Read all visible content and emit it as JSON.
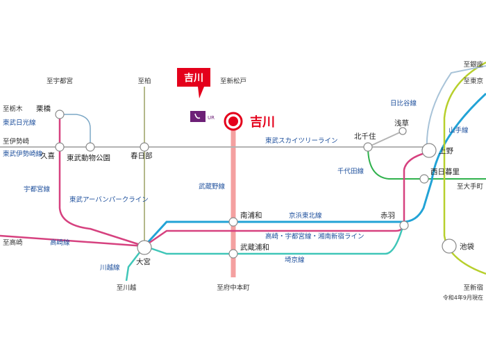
{
  "title_tag": "吉川",
  "station_main": "吉川",
  "logo_text": "UR",
  "stations": {
    "kurihashi": "栗橋",
    "kuki": "久喜",
    "tobu_dobutsu_koen": "東武動物公園",
    "kasukabe": "春日部",
    "kitasenju": "北千住",
    "asakusa": "浅草",
    "ueno": "上野",
    "nishi_nippori": "西日暮里",
    "minami_urawa": "南浦和",
    "musashi_urawa": "武蔵浦和",
    "akabane": "赤羽",
    "omiya": "大宮",
    "ikebukuro": "池袋"
  },
  "destinations": {
    "utsunomiya": "至宇都宮",
    "kashiwa": "至柏",
    "shin_matsudo": "至新松戸",
    "tochigi": "至栃木",
    "isesaki": "至伊勢崎",
    "takasaki": "至高崎",
    "kawagoe": "至川越",
    "fuchu_hommachi": "至府中本町",
    "ginza": "至銀座",
    "tokyo": "至東京",
    "otemachi": "至大手町",
    "shinjuku": "至新宿"
  },
  "lines": {
    "tobu_nikko": "東武日光線",
    "tobu_isesaki": "東武伊勢崎線",
    "utsunomiya": "宇都宮線",
    "tobu_urban_park": "東武アーバンパークライン",
    "musashino": "武蔵野線",
    "tobu_skytree": "東武スカイツリーライン",
    "hibiya": "日比谷線",
    "yamanote": "山手線",
    "chiyoda": "千代田線",
    "keihin_tohoku": "京浜東北線",
    "takasaki_combo": "高崎・宇都宮線・湘南新宿ライン",
    "takasaki": "高崎線",
    "kawagoe": "川越線",
    "saikyo": "埼京線"
  },
  "note": "令和4年9月現在",
  "colors": {
    "accent_red": "#e4001b",
    "musashino": "#f4a0a0",
    "pink": "#d6417f",
    "skyblue": "#22a3d6",
    "teal": "#3fc6b8",
    "green": "#2fb14c",
    "lime": "#b7cf2c",
    "olive": "#9aa064",
    "gray": "#b3b3b3",
    "steelblue": "#7ba7c6"
  }
}
